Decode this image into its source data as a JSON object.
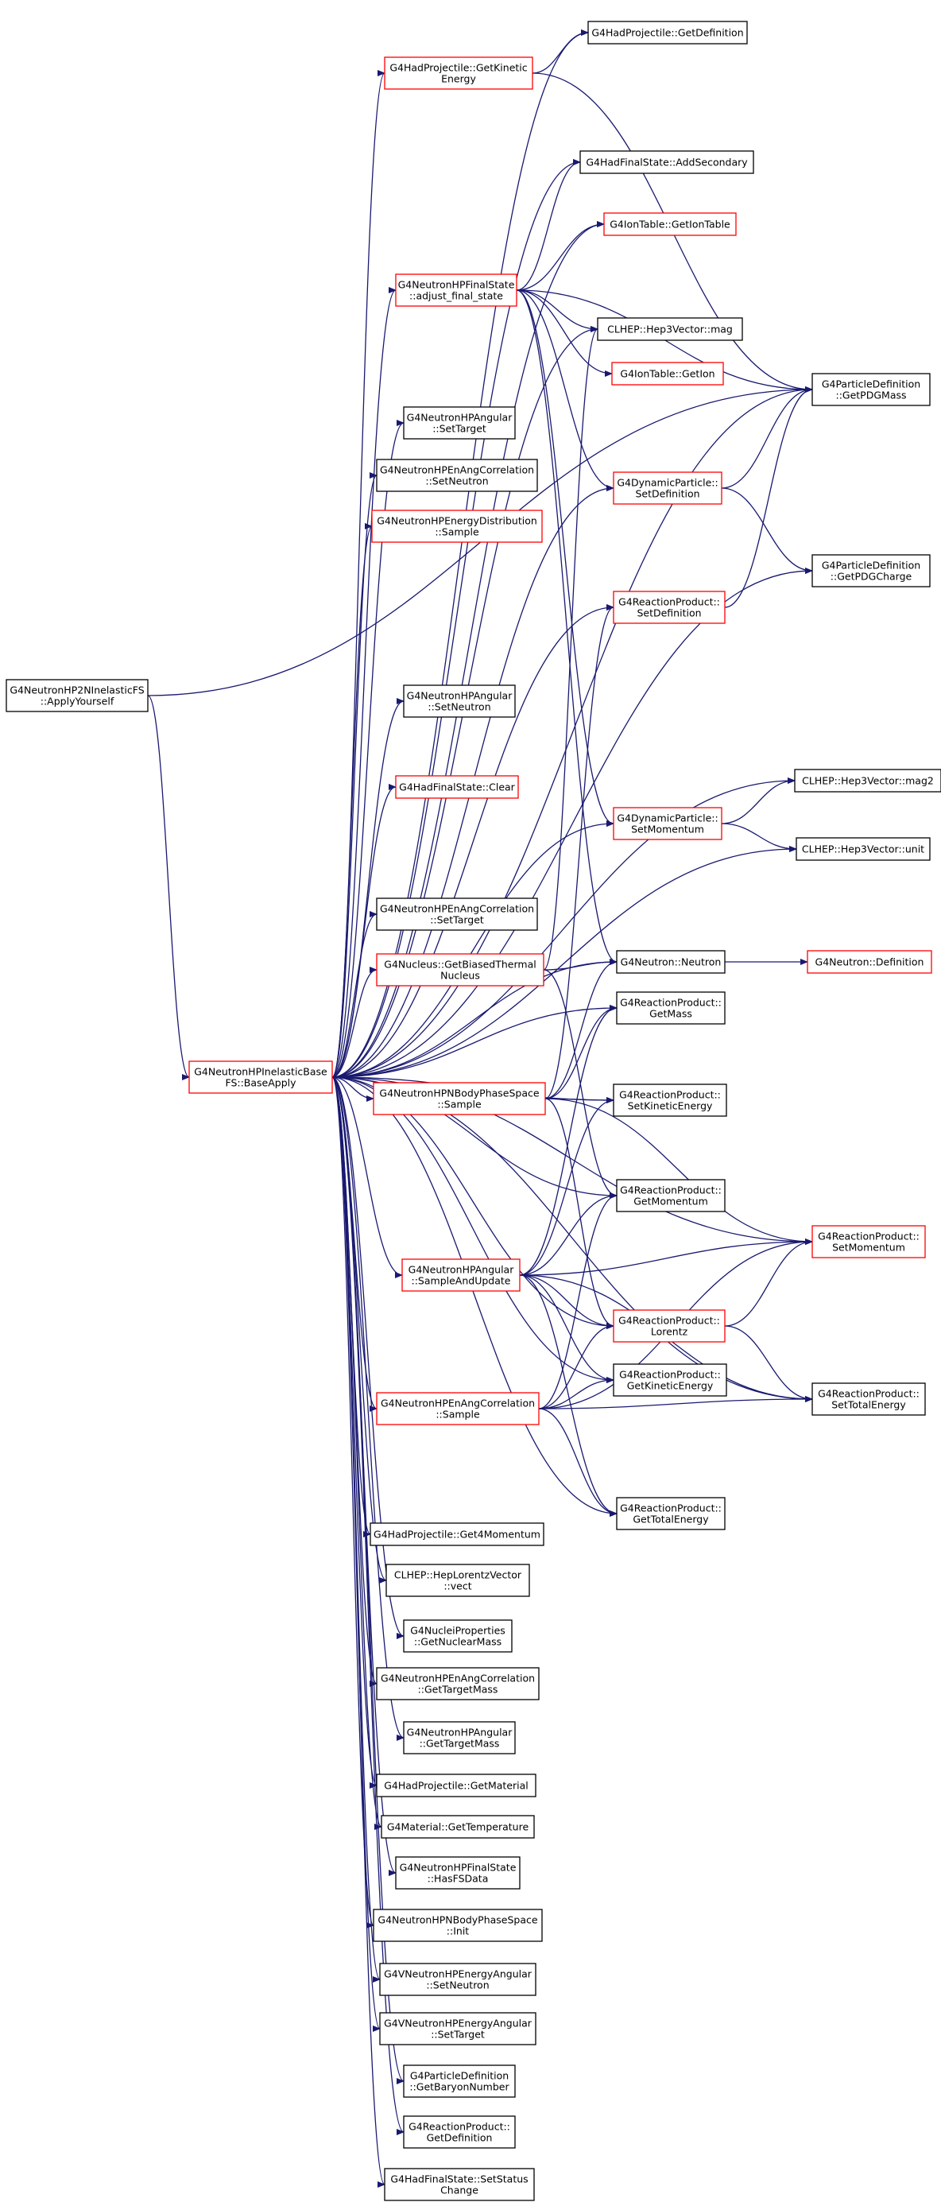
{
  "colors": {
    "edge": "#191970",
    "border_normal": "#000000",
    "border_truncated": "#ff0000",
    "root_fill": "#bfbfbf",
    "node_fill": "#ffffff",
    "text": "#000000"
  },
  "nodes": [
    {
      "id": "root",
      "lines": [
        "G4NeutronHP2NInelasticFS",
        "::ApplyYourself"
      ],
      "style": "root"
    },
    {
      "id": "base",
      "lines": [
        "G4NeutronHPInelasticBase",
        "FS::BaseApply"
      ],
      "style": "red"
    },
    {
      "id": "getdef",
      "lines": [
        "G4HadProjectile::GetDefinition"
      ],
      "style": "black"
    },
    {
      "id": "getkin",
      "lines": [
        "G4HadProjectile::GetKinetic",
        "Energy"
      ],
      "style": "red"
    },
    {
      "id": "addsec",
      "lines": [
        "G4HadFinalState::AddSecondary"
      ],
      "style": "black"
    },
    {
      "id": "iontable",
      "lines": [
        "G4IonTable::GetIonTable"
      ],
      "style": "red"
    },
    {
      "id": "adjust",
      "lines": [
        "G4NeutronHPFinalState",
        "::adjust_final_state"
      ],
      "style": "red"
    },
    {
      "id": "mag",
      "lines": [
        "CLHEP::Hep3Vector::mag"
      ],
      "style": "black"
    },
    {
      "id": "getion",
      "lines": [
        "G4IonTable::GetIon"
      ],
      "style": "red"
    },
    {
      "id": "pdgmass",
      "lines": [
        "G4ParticleDefinition",
        "::GetPDGMass"
      ],
      "style": "black"
    },
    {
      "id": "angsettarget",
      "lines": [
        "G4NeutronHPAngular",
        "::SetTarget"
      ],
      "style": "black"
    },
    {
      "id": "encorrsetneutron",
      "lines": [
        "G4NeutronHPEnAngCorrelation",
        "::SetNeutron"
      ],
      "style": "black"
    },
    {
      "id": "dynsetdef",
      "lines": [
        "G4DynamicParticle::",
        "SetDefinition"
      ],
      "style": "red"
    },
    {
      "id": "energydist",
      "lines": [
        "G4NeutronHPEnergyDistribution",
        "::Sample"
      ],
      "style": "red"
    },
    {
      "id": "pdgcharge",
      "lines": [
        "G4ParticleDefinition",
        "::GetPDGCharge"
      ],
      "style": "black"
    },
    {
      "id": "rpsetdef",
      "lines": [
        "G4ReactionProduct::",
        "SetDefinition"
      ],
      "style": "red"
    },
    {
      "id": "angsetneutron",
      "lines": [
        "G4NeutronHPAngular",
        "::SetNeutron"
      ],
      "style": "black"
    },
    {
      "id": "mag2",
      "lines": [
        "CLHEP::Hep3Vector::mag2"
      ],
      "style": "black"
    },
    {
      "id": "clear",
      "lines": [
        "G4HadFinalState::Clear"
      ],
      "style": "red"
    },
    {
      "id": "dynsetmom",
      "lines": [
        "G4DynamicParticle::",
        "SetMomentum"
      ],
      "style": "red"
    },
    {
      "id": "unit",
      "lines": [
        "CLHEP::Hep3Vector::unit"
      ],
      "style": "black"
    },
    {
      "id": "encorrsettarget",
      "lines": [
        "G4NeutronHPEnAngCorrelation",
        "::SetTarget"
      ],
      "style": "black"
    },
    {
      "id": "biased",
      "lines": [
        "G4Nucleus::GetBiasedThermal",
        "Nucleus"
      ],
      "style": "red"
    },
    {
      "id": "neutron",
      "lines": [
        "G4Neutron::Neutron"
      ],
      "style": "black"
    },
    {
      "id": "neutrondef",
      "lines": [
        "G4Neutron::Definition"
      ],
      "style": "red"
    },
    {
      "id": "getmass",
      "lines": [
        "G4ReactionProduct::",
        "GetMass"
      ],
      "style": "black"
    },
    {
      "id": "nbody",
      "lines": [
        "G4NeutronHPNBodyPhaseSpace",
        "::Sample"
      ],
      "style": "red"
    },
    {
      "id": "setkin",
      "lines": [
        "G4ReactionProduct::",
        "SetKineticEnergy"
      ],
      "style": "black"
    },
    {
      "id": "getmom",
      "lines": [
        "G4ReactionProduct::",
        "GetMomentum"
      ],
      "style": "black"
    },
    {
      "id": "setmom",
      "lines": [
        "G4ReactionProduct::",
        "SetMomentum"
      ],
      "style": "red"
    },
    {
      "id": "sampleupdate",
      "lines": [
        "G4NeutronHPAngular",
        "::SampleAndUpdate"
      ],
      "style": "red"
    },
    {
      "id": "lorentz",
      "lines": [
        "G4ReactionProduct::",
        "Lorentz"
      ],
      "style": "red"
    },
    {
      "id": "getkinrp",
      "lines": [
        "G4ReactionProduct::",
        "GetKineticEnergy"
      ],
      "style": "black"
    },
    {
      "id": "encorrsample",
      "lines": [
        "G4NeutronHPEnAngCorrelation",
        "::Sample"
      ],
      "style": "red"
    },
    {
      "id": "settotal",
      "lines": [
        "G4ReactionProduct::",
        "SetTotalEnergy"
      ],
      "style": "black"
    },
    {
      "id": "gettotal",
      "lines": [
        "G4ReactionProduct::",
        "GetTotalEnergy"
      ],
      "style": "black"
    },
    {
      "id": "get4mom",
      "lines": [
        "G4HadProjectile::Get4Momentum"
      ],
      "style": "black"
    },
    {
      "id": "vect",
      "lines": [
        "CLHEP::HepLorentzVector",
        "::vect"
      ],
      "style": "black"
    },
    {
      "id": "nuclearmass",
      "lines": [
        "G4NucleiProperties",
        "::GetNuclearMass"
      ],
      "style": "black"
    },
    {
      "id": "encorrtargetmass",
      "lines": [
        "G4NeutronHPEnAngCorrelation",
        "::GetTargetMass"
      ],
      "style": "black"
    },
    {
      "id": "angtargetmass",
      "lines": [
        "G4NeutronHPAngular",
        "::GetTargetMass"
      ],
      "style": "black"
    },
    {
      "id": "getmaterial",
      "lines": [
        "G4HadProjectile::GetMaterial"
      ],
      "style": "black"
    },
    {
      "id": "gettemp",
      "lines": [
        "G4Material::GetTemperature"
      ],
      "style": "black"
    },
    {
      "id": "hasfs",
      "lines": [
        "G4NeutronHPFinalState",
        "::HasFSData"
      ],
      "style": "black"
    },
    {
      "id": "nbodyinit",
      "lines": [
        "G4NeutronHPNBodyPhaseSpace",
        "::Init"
      ],
      "style": "black"
    },
    {
      "id": "veasetneutron",
      "lines": [
        "G4VNeutronHPEnergyAngular",
        "::SetNeutron"
      ],
      "style": "black"
    },
    {
      "id": "veasettarget",
      "lines": [
        "G4VNeutronHPEnergyAngular",
        "::SetTarget"
      ],
      "style": "black"
    },
    {
      "id": "baryon",
      "lines": [
        "G4ParticleDefinition",
        "::GetBaryonNumber"
      ],
      "style": "black"
    },
    {
      "id": "rpgetdef",
      "lines": [
        "G4ReactionProduct::",
        "GetDefinition"
      ],
      "style": "black"
    },
    {
      "id": "setstatus",
      "lines": [
        "G4HadFinalState::SetStatus",
        "Change"
      ],
      "style": "black"
    }
  ],
  "edges": [
    [
      "root",
      "base"
    ],
    [
      "root",
      "pdgmass"
    ],
    [
      "base",
      "getdef"
    ],
    [
      "base",
      "getkin"
    ],
    [
      "base",
      "addsec"
    ],
    [
      "base",
      "iontable"
    ],
    [
      "base",
      "adjust"
    ],
    [
      "base",
      "mag"
    ],
    [
      "base",
      "pdgmass"
    ],
    [
      "base",
      "angsettarget"
    ],
    [
      "base",
      "encorrsetneutron"
    ],
    [
      "base",
      "dynsetdef"
    ],
    [
      "base",
      "energydist"
    ],
    [
      "base",
      "pdgcharge"
    ],
    [
      "base",
      "rpsetdef"
    ],
    [
      "base",
      "angsetneutron"
    ],
    [
      "base",
      "mag2"
    ],
    [
      "base",
      "clear"
    ],
    [
      "base",
      "dynsetmom"
    ],
    [
      "base",
      "unit"
    ],
    [
      "base",
      "encorrsettarget"
    ],
    [
      "base",
      "biased"
    ],
    [
      "base",
      "neutron"
    ],
    [
      "base",
      "getmass"
    ],
    [
      "base",
      "nbody"
    ],
    [
      "base",
      "setkin"
    ],
    [
      "base",
      "getmom"
    ],
    [
      "base",
      "setmom"
    ],
    [
      "base",
      "sampleupdate"
    ],
    [
      "base",
      "lorentz"
    ],
    [
      "base",
      "getkinrp"
    ],
    [
      "base",
      "encorrsample"
    ],
    [
      "base",
      "settotal"
    ],
    [
      "base",
      "gettotal"
    ],
    [
      "base",
      "get4mom"
    ],
    [
      "base",
      "vect"
    ],
    [
      "base",
      "nuclearmass"
    ],
    [
      "base",
      "encorrtargetmass"
    ],
    [
      "base",
      "angtargetmass"
    ],
    [
      "base",
      "getmaterial"
    ],
    [
      "base",
      "gettemp"
    ],
    [
      "base",
      "hasfs"
    ],
    [
      "base",
      "nbodyinit"
    ],
    [
      "base",
      "veasetneutron"
    ],
    [
      "base",
      "veasettarget"
    ],
    [
      "base",
      "baryon"
    ],
    [
      "base",
      "rpgetdef"
    ],
    [
      "base",
      "setstatus"
    ],
    [
      "getkin",
      "getdef"
    ],
    [
      "getkin",
      "pdgmass"
    ],
    [
      "adjust",
      "addsec"
    ],
    [
      "adjust",
      "iontable"
    ],
    [
      "adjust",
      "mag"
    ],
    [
      "adjust",
      "getion"
    ],
    [
      "adjust",
      "pdgmass"
    ],
    [
      "adjust",
      "dynsetdef"
    ],
    [
      "adjust",
      "dynsetmom"
    ],
    [
      "adjust",
      "neutron"
    ],
    [
      "dynsetdef",
      "pdgmass"
    ],
    [
      "dynsetdef",
      "pdgcharge"
    ],
    [
      "rpsetdef",
      "pdgmass"
    ],
    [
      "dynsetmom",
      "mag2"
    ],
    [
      "dynsetmom",
      "unit"
    ],
    [
      "biased",
      "mag"
    ],
    [
      "biased",
      "neutron"
    ],
    [
      "biased",
      "getmom"
    ],
    [
      "neutron",
      "neutrondef"
    ],
    [
      "nbody",
      "rpsetdef"
    ],
    [
      "nbody",
      "neutron"
    ],
    [
      "nbody",
      "getmass"
    ],
    [
      "nbody",
      "setkin"
    ],
    [
      "nbody",
      "setmom"
    ],
    [
      "nbody",
      "lorentz"
    ],
    [
      "sampleupdate",
      "getmass"
    ],
    [
      "sampleupdate",
      "setkin"
    ],
    [
      "sampleupdate",
      "getmom"
    ],
    [
      "sampleupdate",
      "setmom"
    ],
    [
      "sampleupdate",
      "lorentz"
    ],
    [
      "sampleupdate",
      "getkinrp"
    ],
    [
      "sampleupdate",
      "settotal"
    ],
    [
      "sampleupdate",
      "gettotal"
    ],
    [
      "lorentz",
      "setmom"
    ],
    [
      "lorentz",
      "settotal"
    ],
    [
      "encorrsample",
      "getmom"
    ],
    [
      "encorrsample",
      "lorentz"
    ],
    [
      "encorrsample",
      "getkinrp"
    ],
    [
      "encorrsample",
      "settotal"
    ],
    [
      "encorrsample",
      "gettotal"
    ],
    [
      "encorrsample",
      "setmom"
    ]
  ]
}
